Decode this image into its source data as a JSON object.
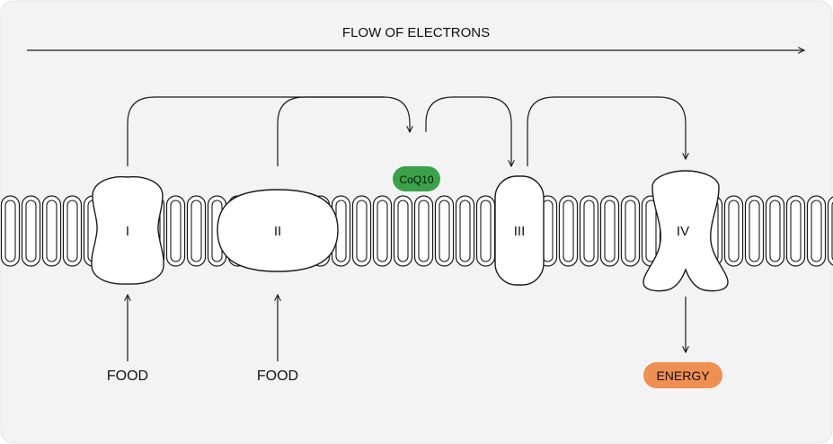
{
  "flow_label": "FLOW OF ELECTRONS",
  "complexes": {
    "c1": "I",
    "c2": "II",
    "c3": "III",
    "c4": "IV"
  },
  "coq10": {
    "label": "CoQ10",
    "color": "#3aa24a"
  },
  "inputs": {
    "food_1": "FOOD",
    "food_2": "FOOD"
  },
  "output": {
    "label": "ENERGY",
    "color": "#ef8f52"
  },
  "colors": {
    "background": "#f3f3f3",
    "stroke": "#1a1a1a"
  }
}
